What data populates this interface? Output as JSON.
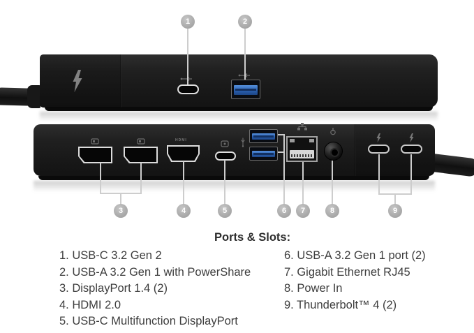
{
  "title": "Ports & Slots:",
  "callouts": [
    "1",
    "2",
    "3",
    "4",
    "5",
    "6",
    "7",
    "8",
    "9"
  ],
  "legend": {
    "left": [
      "1. USB-C 3.2 Gen 2",
      "2. USB-A 3.2 Gen 1 with PowerShare",
      "3. DisplayPort 1.4 (2)",
      "4. HDMI 2.0",
      "5. USB-C Multifunction DisplayPort"
    ],
    "right": [
      "6. USB-A 3.2 Gen 1 port (2)",
      "7. Gigabit Ethernet RJ45",
      "8. Power In",
      "9. Thunderbolt™ 4 (2)"
    ]
  },
  "port_labels": {
    "hdmi": "HDMI"
  },
  "colors": {
    "usb_blue": "#2a5fae",
    "callout_gray": "#ababab",
    "leader_gray": "#cdcdcd",
    "device_black": "#1b1b1b",
    "text": "#3d3d3d"
  }
}
